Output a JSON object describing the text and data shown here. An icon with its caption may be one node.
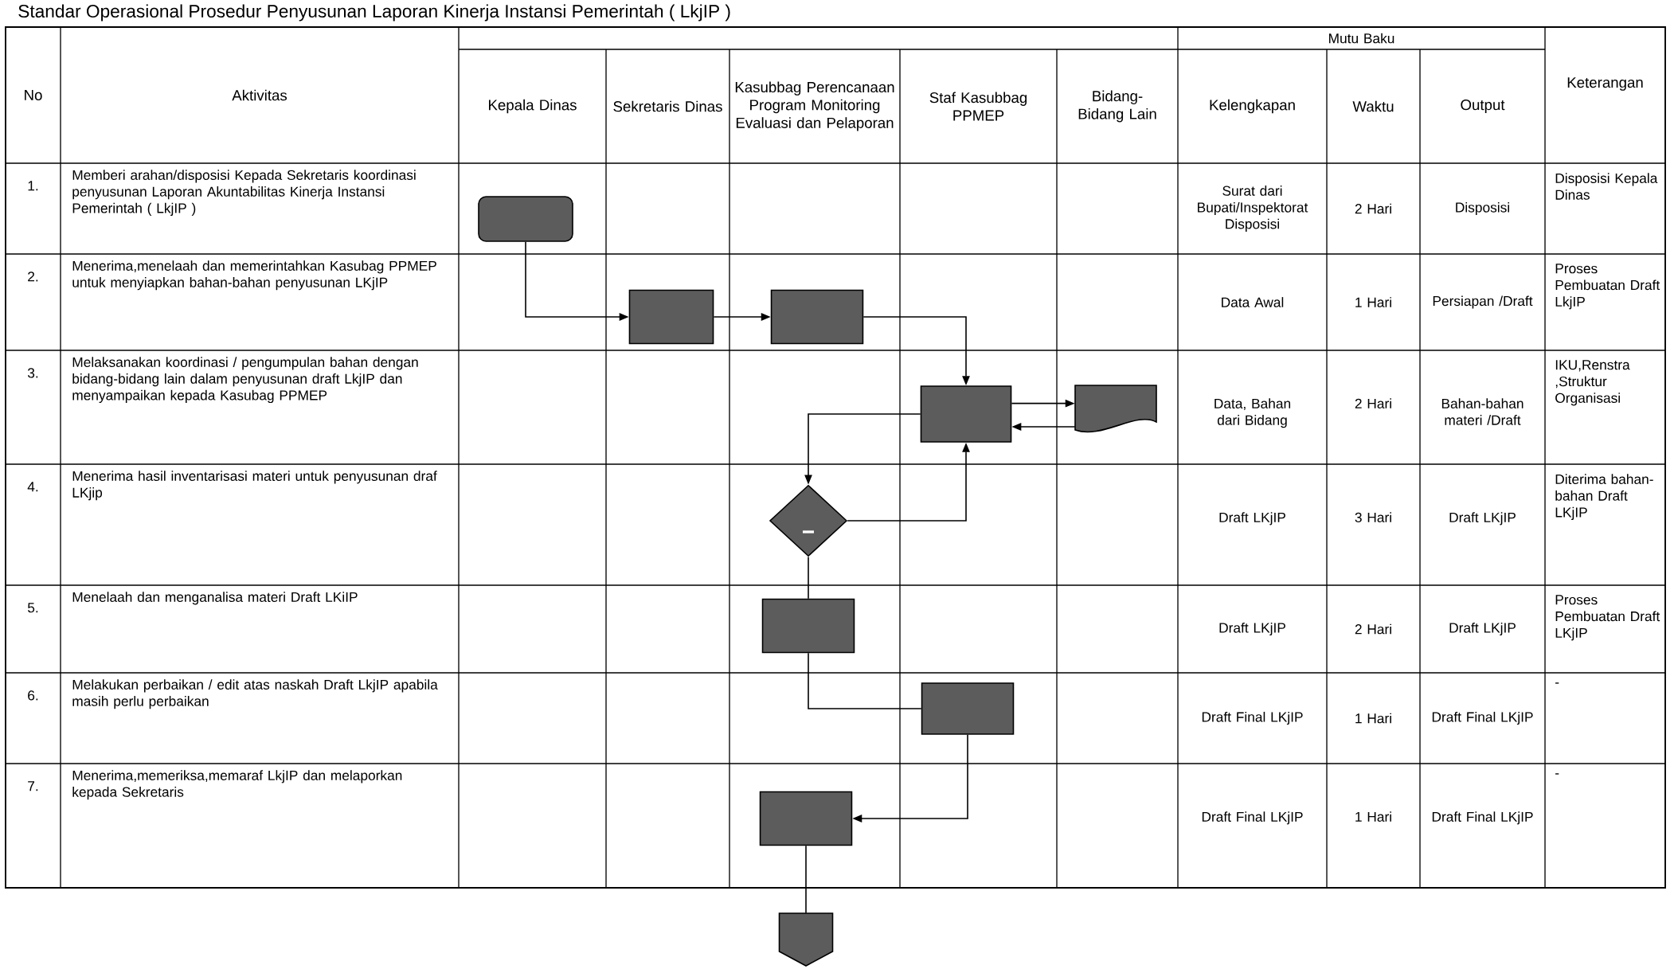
{
  "diagram": {
    "title": "Standar Operasional Prosedur Penyusunan Laporan Kinerja Instansi Pemerintah ( LkjIP )",
    "nodes": [
      {
        "text": [],
        "shape": "terminator"
      },
      {
        "text": [],
        "shape": "box"
      },
      {
        "text": [],
        "shape": "box"
      },
      {
        "text": [],
        "shape": "box"
      },
      {
        "text": [],
        "shape": "document"
      },
      {
        "text": [],
        "shape": "diamond"
      },
      {
        "text": [],
        "shape": "box"
      },
      {
        "text": [],
        "shape": "box"
      },
      {
        "text": [],
        "shape": "box"
      },
      {
        "text": [],
        "shape": "pentagon"
      }
    ],
    "edges": [
      {
        "from": 0,
        "to": 1,
        "arrow": "to"
      },
      {
        "from": 1,
        "to": 2,
        "arrow": "to"
      },
      {
        "from": 2,
        "to": 3,
        "arrow": "to"
      },
      {
        "from": 3,
        "to": 4,
        "arrow": "to"
      },
      {
        "from": 4,
        "to": 3,
        "arrow": "to"
      },
      {
        "from": 3,
        "to": 5,
        "arrow": "to"
      },
      {
        "from": 5,
        "to": 3,
        "arrow": "to"
      },
      {
        "from": 5,
        "to": 6,
        "arrow": "none"
      },
      {
        "from": 6,
        "to": 7,
        "arrow": "none"
      },
      {
        "from": 7,
        "to": 8,
        "arrow": "to"
      },
      {
        "from": 8,
        "to": 9,
        "arrow": "none"
      }
    ],
    "labels": [
      "No",
      "Aktivitas",
      "Kepala Dinas",
      "Sekretaris Dinas",
      "Kasubbag Perencanaan Program Monitoring Evaluasi dan Pelaporan",
      "Staf Kasubbag PPMEP",
      "Bidang- Bidang Lain",
      "Mutu Baku",
      "Kelengkapan",
      "Waktu",
      "Output",
      "Keterangan",
      "1.",
      "Memberi arahan/disposisi Kepada Sekretaris koordinasi penyusunan Laporan Akuntabilitas Kinerja Instansi Pemerintah ( LkjIP )",
      "Surat dari Bupati/Inspektorat Disposisi",
      "2 Hari",
      "Disposisi",
      "Disposisi Kepala Dinas",
      "2.",
      "Menerima,menelaah dan memerintahkan Kasubag PPMEP untuk menyiapkan bahan-bahan penyusunan LKjIP",
      "Data Awal",
      "1 Hari",
      "Persiapan /Draft",
      "Proses Pembuatan Draft LkjIP",
      "3.",
      "Melaksanakan koordinasi / pengumpulan bahan dengan bidang-bidang lain dalam penyusunan draft LkjIP dan menyampaikan kepada Kasubag PPMEP",
      "Data, Bahan dari Bidang",
      "2 Hari",
      "Bahan-bahan materi /Draft",
      "IKU,Renstra ,Struktur Organisasi",
      "4.",
      "Menerima hasil inventarisasi materi untuk penyusunan draf LKjip",
      "Draft LKjIP",
      "3 Hari",
      "Draft LKjIP",
      "Diterima bahan-bahan Draft LKjIP",
      "5.",
      "Menelaah dan menganalisa materi Draft LKiIP",
      "Draft LKjIP",
      "2 Hari",
      "Draft  LKjIP",
      "Proses Pembuatan Draft LKjIP",
      "6.",
      "Melakukan perbaikan / edit atas naskah Draft LkjIP apabila masih perlu perbaikan",
      "Draft Final LKjIP",
      "1 Hari",
      "Draft  Final LKjIP",
      "-",
      "7.",
      "Menerima,memeriksa,memaraf  LkjIP dan melaporkan kepada Sekretaris",
      "Draft Final LKjIP",
      "1 Hari",
      "Draft Final LKjIP",
      "-"
    ]
  }
}
